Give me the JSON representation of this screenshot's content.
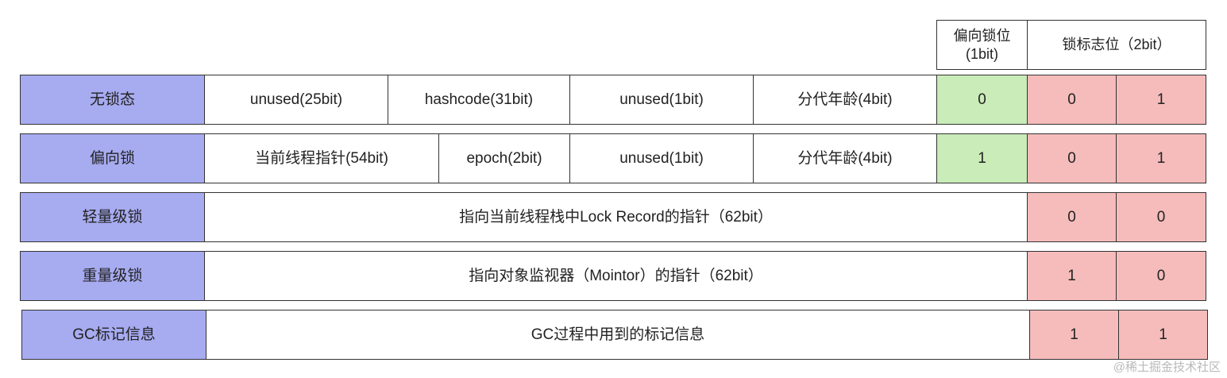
{
  "header": {
    "biased_bit": "偏向锁位\n(1bit)",
    "lock_bits": "锁标志位（2bit）"
  },
  "rows": {
    "unlocked": {
      "label": "无锁态",
      "fields": [
        "unused(25bit)",
        "hashcode(31bit)",
        "unused(1bit)",
        "分代年龄(4bit)"
      ],
      "biased": "0",
      "flag1": "0",
      "flag2": "1"
    },
    "biased": {
      "label": "偏向锁",
      "fields": [
        "当前线程指针(54bit)",
        "epoch(2bit)",
        "unused(1bit)",
        "分代年龄(4bit)"
      ],
      "biased": "1",
      "flag1": "0",
      "flag2": "1"
    },
    "lightweight": {
      "label": "轻量级锁",
      "content": "指向当前线程栈中Lock Record的指针（62bit）",
      "flag1": "0",
      "flag2": "0"
    },
    "heavyweight": {
      "label": "重量级锁",
      "content": "指向对象监视器（Mointor）的指针（62bit）",
      "flag1": "1",
      "flag2": "0"
    },
    "gc": {
      "label": "GC标记信息",
      "content": "GC过程中用到的标记信息",
      "flag1": "1",
      "flag2": "1"
    }
  },
  "watermark": "@稀土掘金技术社区",
  "colors": {
    "label_bg": "#a7abf0",
    "biased_bg": "#c9ecb8",
    "flag_bg": "#f5bcbb",
    "border": "#333333"
  }
}
